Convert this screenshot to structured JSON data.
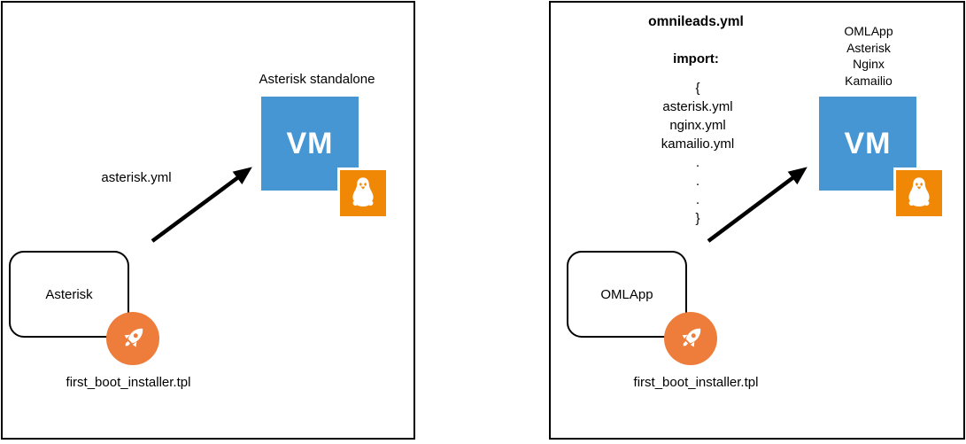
{
  "colors": {
    "vm_blue": "#4596d2",
    "tux_orange": "#f08705",
    "rocket_orange": "#ee7d3c",
    "arrow": "#000000",
    "panel_border": "#000000"
  },
  "left_panel": {
    "vm_title": "Asterisk standalone",
    "vm_label": "VM",
    "arrow_label": "asterisk.yml",
    "source_label": "Asterisk",
    "installer_label": "first_boot_installer.tpl"
  },
  "right_panel": {
    "yaml_title": "omnileads.yml",
    "import_heading": "import:",
    "import_lines": [
      "{",
      "asterisk.yml",
      "nginx.yml",
      "kamailio.yml",
      ".",
      ".",
      ".",
      "}"
    ],
    "vm_components": [
      "OMLApp",
      "Asterisk",
      "Nginx",
      "Kamailio"
    ],
    "vm_label": "VM",
    "source_label": "OMLApp",
    "installer_label": "first_boot_installer.tpl"
  }
}
